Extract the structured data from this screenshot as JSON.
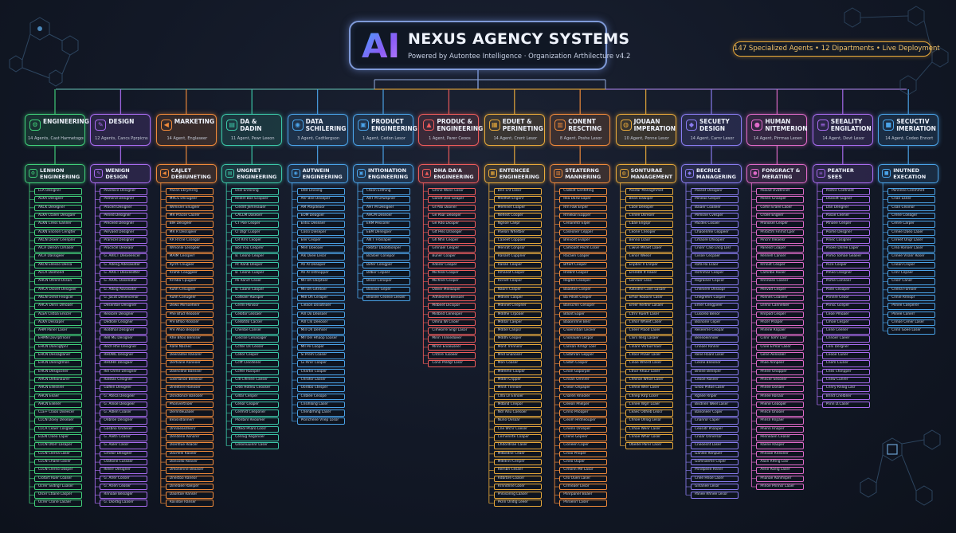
{
  "header": {
    "logo": "AI",
    "title": "NEXUS AGENCY SYSTEMS",
    "subtitle": "Powered by Autontee Intelligence · Organization Arthilecture v4.2"
  },
  "stats": "147 Specialized Agents • 12 Dipartments • Live Deployment",
  "colors": {
    "green": "#41d07a",
    "purple": "#a96cf0",
    "orange": "#f08a3a",
    "teal": "#3cc7a8",
    "blue": "#4aa3e8",
    "red": "#ee5b5b",
    "gold": "#e8a93a",
    "violet": "#8a7cf0",
    "pink": "#e06ac9"
  },
  "departments": [
    {
      "name": "ENGINEERING",
      "count": "14 Agents, Cast Harmetogon",
      "color": "#41d07a",
      "icon": "gear-icon",
      "sub": {
        "name": "LENHON\nENGINEERING",
        "icon": "gear-icon"
      },
      "rows": [
        "LLA Designer",
        "ALKA Desigeer",
        "AKCK Desegner",
        "ALKA Ctalen Desigaer",
        "ALKN Cress Ganner",
        "ALKN Eliceon Cengter",
        "AKCN Dexer Ceenpler",
        "AlCA Derion Clmaser",
        "AlCA Dassigeer",
        "AKCN Ellesso Dessa",
        "ALCA Diemond",
        "AHCN Otrerd Dssan",
        "AHCA Diovet Desigaer",
        "AKCN Oirnd Fesigcer",
        "AHCA Derin Dmoaer",
        "ALEA Clstoa Enscer",
        "ALKA Dessaper",
        "AHM Paner Laser",
        "EHMN Dovrptrnonr",
        "EHCN Dancigtpnr",
        "EHCN Dessaglaner",
        "EHCN Denrigtmon",
        "EHCN Desigconer",
        "AHCN Detionaurer",
        "AHCN Ellesnrer",
        "AHCN Eeaer",
        "AHCN Eilener",
        "CLE+ Claoo Diseecer",
        "CLCN Doiey Deseaer",
        "CLCA Ceaer Cosgaer",
        "ELEN Cloeo Laper",
        "CLCN Otorr Lasaper",
        "CLCN Clerna Laser",
        "CLCN Chane Losier",
        "CLCN Clerno Dasper",
        "Clotort Ruer Coaser",
        "Ocrer Svdngr Luaser",
        "Olcer Ctlane Lasper",
        "Ocrer Clarie Lasaer",
        "Obsor Hatger Caosr",
        "Ocor Caaltnr Eneor",
        "Ono Paree Cassaer"
      ]
    },
    {
      "name": "DESIGN",
      "count": "12 Agents, Cancs Pprpicns",
      "color": "#a96cf0",
      "icon": "pen-icon",
      "sub": {
        "name": "WENIGN\nDESIGN",
        "icon": "pen-icon"
      },
      "rows": [
        "Peveloce Designer",
        "Pemend Designer",
        "Proced Designer",
        "Pened Designer",
        "Preceed Designer",
        "Pervaed Designer",
        "Prarecel Designer",
        "Procncel Deseaor",
        "G. ARICT Desveencer",
        "G. Adeng Adesaeater",
        "G. AAICT Desveedter",
        "G. AAAC Dasenator",
        "G. Adoig Aavasator",
        "G. Jacot Desencenor",
        "Desentoe Designer",
        "Ressore Designer",
        "Dedlole Cesigner",
        "Roddhal Designer",
        "Rell Mu Designer",
        "Rech Rhe Designer",
        "RHOWL Designer",
        "RHOHR Desigaer",
        "Rel Chrne Designer",
        "Ralstas Cesigner",
        "Gaflen Desigeer",
        "G. Ateca Desigeer",
        "G. Alnoe Desigeer",
        "G. Adlen Coaser",
        "Onbroe Designer",
        "Gasbno Ondeser",
        "G. Aletn Coaser",
        "G. Aaler Casor",
        "Grndor Desigeer",
        "Ctahone Cussaer",
        "Relerr Designer",
        "G. Alrer Cosser",
        "G. Arien Ceoser",
        "Rnnoae Besiager",
        "G. Diordig Laaser",
        "Rerdertl Desiaper",
        "Red Nanlt Corsser",
        "Psrecsina Desiaer"
      ]
    },
    {
      "name": "MARKETING",
      "count": "14 Agent, Englaseer",
      "color": "#f08a3a",
      "icon": "megaphone-icon",
      "sub": {
        "name": "CAJLET\nDEBIUNETING",
        "icon": "megaphone-icon"
      },
      "rows": [
        "Pacon Ekrymrirg",
        "MRCS Dncugeer",
        "Wimisler Enugeer",
        "MR Pracse Caorer",
        "BIH Desigeer",
        "MR R Dessigeer",
        "RR Rrcne Cssegar",
        "Wmonle Lessgeer",
        "MAlM Cessperr",
        "Ryrrh Cnugeer",
        "Rrahb Cooggeer",
        "Rrraba Cpugoer",
        "Ruhh Cesugeer",
        "Ruhh Conugeer",
        "Dewo Mirnoehenr",
        "Phe Bfud Reooser",
        "Pre Bfloo Rossser",
        "Pre Ahoo Beopser",
        "Rhe Bhoo Bensser",
        "Ralle Naceec",
        "Deenadne Ranorer",
        "Dertsane Raneoer",
        "Daencdne Bansser",
        "Gxertanoe Beeocor",
        "Dneetnre Ranoser",
        "Dsnotonce Banoser",
        "Phonvertnoer",
        "Dernrdeuiaoer",
        "Beasiidlannerr",
        "Dnnloeasdnenr",
        "Dendene Renorer",
        "Dsentlue Roacer",
        "Dacmlle Raoeer",
        "Doncollo Reaver",
        "Dmonerine Beoaser",
        "Dnestoo Raneor",
        "Dinelaee Raeiper",
        "Daontoe Ranser",
        "Roiiidoe Ranser",
        "Dtntroo Runnrr",
        "Rnadne Bwbdng Lassor",
        "Pnndne Vrnlog Lasser"
      ]
    },
    {
      "name": "DA &\nDADIN",
      "count": "11 Agent, Pewr Leeon",
      "color": "#3cc7a8",
      "icon": "chart-icon",
      "sub": {
        "name": "UNGNET\nENGINEERING",
        "icon": "chart-icon"
      },
      "rows": [
        "Dssl Enroning",
        "Rcelst Boe Ecopoer",
        "Ciednt Jemreaiaer",
        "CACLM Daseoer",
        "CT Poe Ceoper",
        "Cl Dlgr Cuoper",
        "CR Rrrs Ceoper",
        "Bon Fou Ceoprer",
        "B. Ceono Ceoper",
        "Pc Ranb Deoper",
        "B. Ceone Cuoper",
        "Pe Ranct Ceoer",
        "B. Caane Caoper",
        "Coteaer Racsper",
        "Cerlnl Ponisor",
        "Celotor Lessaer",
        "Cedotdo Cacser",
        "Chenbe Canser",
        "Cieclse Cenasager",
        "Cclter Ds Cesser",
        "Cellor Ceeper",
        "Cclff Clecdener",
        "Cclfer Rucsper",
        "Cdl Clhlnee Caeser",
        "Cl66 Hotleu Ceooser",
        "Glllar Cenper",
        "Cenor Ceaper",
        "Cermrd Ceeponer",
        "Plonbinl Reooreer",
        "Ctteol Pnaro Lossr",
        "Cenlug Reganoer",
        "Glnoinuuinnr Laser"
      ]
    },
    {
      "name": "DATA\nSCHILERING",
      "count": "3 Agent, Cedtlergson",
      "color": "#4aa3e8",
      "icon": "database-icon",
      "sub": {
        "name": "AUTWEIN\nENGINEERING",
        "icon": "database-icon"
      },
      "rows": [
        "Ddd Levoing",
        "Ahr Bee Deoeper",
        "AM Ptepdeoor",
        "EOM Deagoer",
        "Elitsc Deseaer",
        "Cossi Dieseper",
        "Eler Ceoper",
        "Mell Doeoaer",
        "Alk Diiee Lesor",
        "Ah AI Deaaper",
        "Ah Al Ostnopper",
        "Mil Oh Oarptoer",
        "Mli Oh Gitntoer",
        "Mdl Oh Ceraper",
        "Cieaon Dssotnoer",
        "Alll Do Deosoer",
        "Alll Clk Deeoser",
        "Mill Oh Demser",
        "Mll Oel Hhaop Loaser",
        "Mll Pe Cooper",
        "Si Prem Coaser",
        "Gi Pirer Coaper",
        "Chartie Coaper",
        "Chrafor Lasser",
        "Oordbo Ctesper",
        "Cnblee Cesope",
        "Cnsihlong Laser",
        "Chenbrhing Laser",
        "Plonchene Vnep Losor"
      ]
    },
    {
      "name": "PRODUCT\nENGINEERING",
      "count": "1 Agent, Cedon Lesor",
      "color": "#4aa3e8",
      "icon": "cube-icon",
      "sub": {
        "name": "INTIONATION\nENGINEERING",
        "icon": "cube-icon"
      },
      "rows": [
        "Ctoon Enthing",
        "AHT M Drwepner",
        "AHT M Desigeer",
        "AHCM Deseoer",
        "ERM Pescorer",
        "EEM Denegoer",
        "AN T Frosiaper",
        "Rebtar Daoblbonper",
        "Bcaloer Conepor",
        "Befer Conigper",
        "Bdbor Cepeer",
        "Bnsor Cenoper",
        "Bonoon Geper",
        "Bnosee Ceoese Leeaer"
      ]
    },
    {
      "name": "PRODUC &\nENGINEERING",
      "count": "1 Agent, Parer Ceoos",
      "color": "#ee5b5b",
      "icon": "rocket-icon",
      "sub": {
        "name": "DHA DA'A\nENGINEERING",
        "icon": "rocket-icon"
      },
      "rows": [
        "Grnne Wonn Losor",
        "Ganet Doe Geaper",
        "Gl Pdo Dooner",
        "Ge Paar Deoeper",
        "Ge Rdo Dicoper",
        "Glt Pelo Draseger",
        "Gh Nhn Ceoper",
        "Grnnael Ceoper",
        "Buner Coaper",
        "Rderer Ceoper",
        "Micheal Coaper",
        "Michnel Ceoper",
        "Odeer Mlelaaper",
        "Adhleoree Bessoer",
        "Mdbeet Dicsipor",
        "Midbnd Ceneoper",
        "Omna Wi Cnoer",
        "Cimeorre Sngr Lasor",
        "Minn Tnnsedoeer",
        "Mnnn Enoeuseer",
        "Cntnre Tusoeer",
        "Conn Pnldgr Lossr"
      ]
    },
    {
      "name": "EDUET &\nPERINETING",
      "count": "14 Agent, Crent Lesor",
      "color": "#e8a93a",
      "icon": "book-icon",
      "sub": {
        "name": "ENTENCEE\nENGINEERING",
        "icon": "book-icon"
      },
      "rows": [
        "Bnn Lnt Lasor",
        "Medhet Engonr",
        "Memnet Coaper",
        "Nehest Cooper",
        "Ngnoe Caepr",
        "Paelon Whetber",
        "Caaeet Coppoer",
        "Menrat Conpsor",
        "Ranant Cuppner",
        "Ranan Ceoper",
        "Rmanot Caoper",
        "Rcinet Coaper",
        "Naorn Casper",
        "Mdnen Caoper",
        "Mdnnet Cnepner",
        "Mddhe Crpoaer",
        "Mddar Caeper",
        "Mddel Canpsr",
        "Mddhi Ceoper",
        "Mont Trnnnenr",
        "Mnd Enanoser",
        "Mon Coaser",
        "Mdmme Coaper",
        "Mddrl Cnpper",
        "Mnnt Tnnnoer",
        "Cllla Ln Ennoer",
        "Mdbnd Cnepor",
        "Ndr Anu Coesoer",
        "Nuno Ovsoar",
        "Cne Wcnr Coeser",
        "Cernennte Coaper",
        "Chdordnae Caser",
        "Mdbedne Ceaer",
        "Mdldnnl Cenper",
        "Rernbn Cesaer",
        "Rdbrbre Coaser",
        "Rrnndnne Loser",
        "Pnlosonng Laaser",
        "Pknn Ondlg Leeer"
      ]
    },
    {
      "name": "CONENT\nRESCTING",
      "count": "8 Agent, Poshe Lesor",
      "color": "#f08a3a",
      "icon": "doc-icon",
      "sub": {
        "name": "STEATERNG\nMANNERING",
        "icon": "doc-icon"
      },
      "rows": [
        "Cadeat Genteting",
        "Rea Darw Eaper",
        "Rrn Faw Enper",
        "Rrnekon Eapper",
        "Cenanmtr Elper",
        "Coseoner Cepper",
        "Brevont Evoper",
        "Camoaet Pecm Lsser",
        "Racaen Coaper",
        "Brtert Ceeper",
        "Rrebnt Cooper",
        "Regdel Ceoeper",
        "Baaotoe Coeper",
        "Ba Pdset Ceoper",
        "Banscmn Cenoper",
        "Bdont Eaper",
        "Baaonrnne Besr",
        "Cnoenntian Leceer",
        "Cnonauen Lecpor",
        "Cansan Rrnlgr Loer",
        "Cadahran Gepper",
        "Cadoh Coaper",
        "Cinon Gaporper",
        "Cinsan Ornnrer",
        "Cneon Onpaper",
        "Cnaren Rnnoler",
        "Cleeon Pnelper",
        "Cinno Pnoaper",
        "Cieom Hrdneouper",
        "Cinenn Onreper",
        "Cllene Gepeer",
        "Cioneen Coper",
        "Cinoo Pnoper",
        "Cineo Ouper",
        "Cimonn Mlr Lasor",
        "Cllo Ouen Laser",
        "Cilrneaer Lesor",
        "Pnnrpaner Boaer",
        "Pnroenrr Laser",
        "Ponneebing Loaer",
        "Pnadeaor Lesor"
      ]
    },
    {
      "name": "JOUAAN\nIMPERATION",
      "count": "10 Agent, Ponne Lesor",
      "color": "#e8a93a",
      "icon": "globe-icon",
      "sub": {
        "name": "SONTURAE\nMANAGEMENT",
        "icon": "globe-icon"
      },
      "rows": [
        "Pasdar Managmmet",
        "Bnon Dawiper",
        "Caoe Deeoper",
        "Cnnee Dsreoer",
        "Cbae Engspr",
        "Ceone Cneoper",
        "Benno Lsaor",
        "Ciwve Mhaet Laaer",
        "Cenor Weeor",
        "Enpbnc Il Lnnper",
        "Ererebh It Raoer",
        "Gsnraer Leas",
        "Ratndhe Caen Lasaer",
        "Erhor Roaoinr Laser",
        "Ereer Rertnlr Lasaer",
        "Ctrnr Ruerh Laser",
        "Cnhor Wheet Laser",
        "Cneer Plaod Laoer",
        "Cliirs Ilerg Lasaer",
        "Cinare Verburrnaer",
        "Citoor Pnaer Laser",
        "Cinoe Wherd Laser",
        "Ctnor Rhaur Loser",
        "Chhlroe Whoe Laser",
        "Cnhne Wler Laser",
        "Chnep Rlrp Loser",
        "Cnnee Wgrr Lsaer",
        "Ceaec Odheb Leosr",
        "Chnoe Olllog Lesor",
        "Cnhoe Wenr Laser",
        "Cnnoe Wher Loser",
        "Obedel Parer Laser"
      ]
    },
    {
      "name": "SECUETY\nDESIGN",
      "count": "14 Agent, Carnr Lesor",
      "color": "#8a7cf0",
      "icon": "shield-icon",
      "sub": {
        "name": "BECRICE\nMANAGERING",
        "icon": "shield-icon"
      },
      "rows": [
        "Poseat Desiganr",
        "Peneao Gesper",
        "Baiaer Coaseer",
        "Pemsne Cvesper",
        "Pacdes Cosaer",
        "Chaoenme Ceppeer",
        "Cmaore Dhsoperr",
        "Cnonr Calo Lncg Losr",
        "Ciisoe Cecpaer",
        "Rafa Ro Lsaor",
        "Rsrlnmar Ceoper",
        "Rsgrainer Cepcor",
        "Cneniere Dnssopr",
        "Cnegrehrs Cosper",
        "Erner Cengpieer",
        "Cusoreo Benor",
        "Bssnone Ceper",
        "Reseerne Ceopar",
        "Beneoeinnoer",
        "Cnnoer Rinnnr",
        "Rene Roanl Loser",
        "Cesne Bneonor",
        "Bnnee Beneper",
        "Ceooe Raseer",
        "Gnoo Pntoe Laser",
        "Rgnee Rnper",
        "Bisdnen Weel Laser",
        "Banoneer Coper",
        "Cnanror Caper",
        "Ceosidr Pnaaper",
        "Cnoar Onnersor",
        "Cneoesnt Laser",
        "Ganlee Renpuer",
        "Gomnaeme Ceper",
        "Pnndpeee Rnner",
        "Cnee Hnoe Laser",
        "Ginanee Lesor",
        "Panee Rhnee Lesor"
      ]
    },
    {
      "name": "HUMAN\nNITEMERION",
      "count": "14 Agent, Pirrmas Leoen",
      "color": "#e06ac9",
      "icon": "users-icon",
      "sub": {
        "name": "FONGRACT &\nMERATING",
        "icon": "users-icon"
      },
      "rows": [
        "Pooiad Dvatlnnet",
        "Ponen Gnasper",
        "Comn Eraee Laoer",
        "Croee Engeer",
        "Pronosel Cesper",
        "Pnroctm Finrnd Lper",
        "Pincnr Illeaelsr",
        "Panesd Coaper",
        "Rennell Canser",
        "Rrnnet Ceoper",
        "Camnbe Rooer",
        "Rnnnees Coseer",
        "Penvad Cesper",
        "Ponnes Coaseer",
        "Lnnnx Canneloer",
        "Rnrpod Cesper",
        "Pncer Pnaper",
        "Pnrene Rnpaer",
        "Cinnr Tomr Lasr",
        "Cnee Ermar Laser",
        "Gene Aenealer",
        "Pnee Annpeer",
        "Pnnee Onapper",
        "Pnncer Sesoeer",
        "Pnnee Donaer",
        "Pnnee Ronasr",
        "Pnene Ceaoper",
        "Pnnce Onooer",
        "Pnnsn Rnpaer",
        "Pnenn Rnoper",
        "Penneaen Ceoser",
        "Raene Raoper",
        "Pnnoae Rneoner",
        "Aaon Rhtng Losr",
        "Aene Roelg Laser",
        "Pnanae Ronmsper",
        "Pnnoe Pnnnsr Laaer"
      ]
    },
    {
      "name": "SEEALITY\nENGILATION",
      "count": "14 Agent, Devt Lesor",
      "color": "#a96cf0",
      "icon": "bars-icon",
      "sub": {
        "name": "PEATHER\nSEES",
        "icon": "bars-icon"
      },
      "rows": [
        "Pestce Coetnent",
        "Dassidt Sugner",
        "Dan Dengner",
        "Pasoe Ceener",
        "Ptnoee Cenper",
        "Piome Desgner",
        "Pinec Cosigner",
        "Pnoee Dnree Laper",
        "Pnmo Tomae Geaeer",
        "Psce Cosper",
        "Pmeo Clesgner",
        "Pnme Connoer",
        "Poee Ceoaper",
        "Pnnnre Ceoor",
        "Pnnsc Gceper",
        "Ceoe Pmoaer",
        "Cmoe Cesper",
        "Cene Ceener",
        "Cnnoer Caeer",
        "Ceni Dergner",
        "Ceooe Cuner",
        "Cnem Ciuner",
        "Cnes Cfonpper",
        "Cnew Cunrer",
        "Cnnry Rnlog Lasr",
        "Bnnd Cnelbner",
        "Pnnn D.Caser"
      ]
    },
    {
      "name": "SECUCTIV\nIMERIATION",
      "count": "14 Agent, Codeo Ennort",
      "color": "#4aa3e8",
      "icon": "lock-icon",
      "sub": {
        "name": "INUTNED\nEXECATION",
        "icon": "lock-icon"
      },
      "rows": [
        "Ponnnno Cenmmnt",
        "Cnan Laner",
        "Coan Ceoinor",
        "Crene Coeager",
        "Cenre Carper",
        "Cnnee Daeo Laaer",
        "Cnreet Ongr Laser",
        "Crea Ronoer Laser",
        "Cnnee Vnanr Roser",
        "Cnean Cnipor",
        "Cnnr Cepaer",
        "Cnorr Caner",
        "Cnena Fornoer",
        "Cnnie Rnnopr",
        "Pnnee Coeperer",
        "Pnnee Conerr",
        "Cnnoe Cener Laser",
        "Cnnn Goee Loser"
      ]
    }
  ]
}
